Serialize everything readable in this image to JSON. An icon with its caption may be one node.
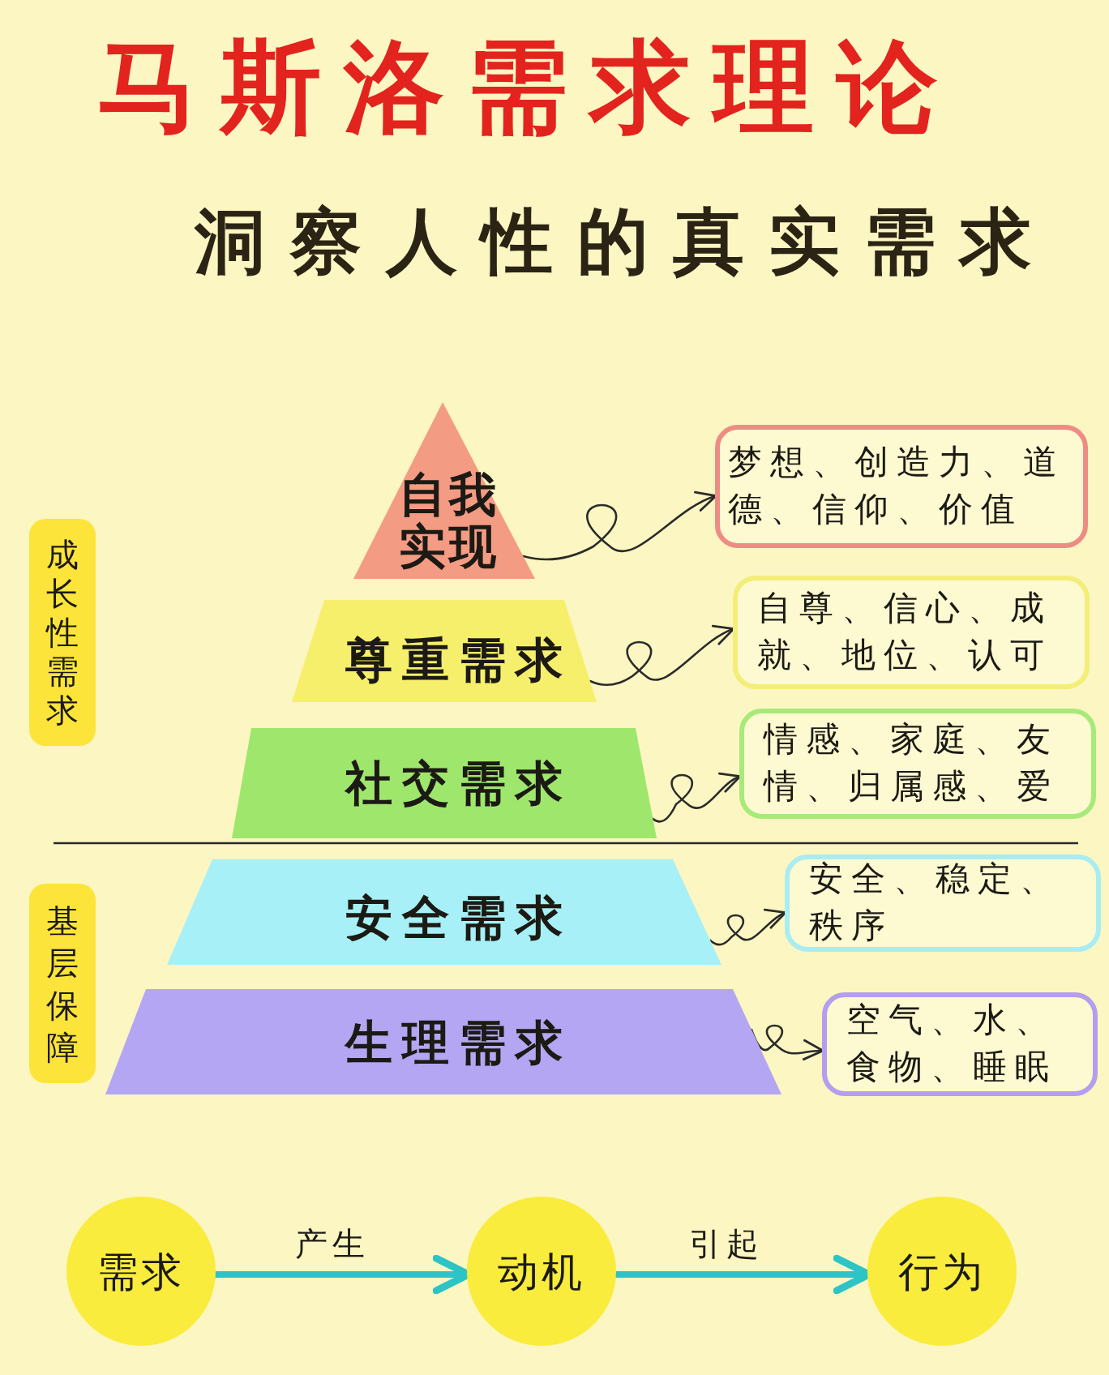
{
  "diagram": {
    "title": "马斯洛需求理论",
    "nodes": [
      {
        "text": [
          "自我实现"
        ]
      },
      {
        "text": [
          "梦想、创造力、道德、信仰、价值"
        ]
      },
      {
        "text": [
          "成长性需求"
        ]
      },
      {
        "text": [
          "尊重需求"
        ]
      },
      {
        "text": [
          "自尊、信心、成就、地位、认可"
        ]
      },
      {
        "text": [
          "社交需求"
        ]
      },
      {
        "text": [
          "情感、家庭、友情、归属感、爱"
        ]
      },
      {
        "text": [
          "基层保障"
        ]
      },
      {
        "text": [
          "安全需求"
        ]
      },
      {
        "text": [
          "安全、稳定、秩序"
        ]
      },
      {
        "text": [
          "生理需求"
        ]
      },
      {
        "text": [
          "空气、水、食物、睡眠"
        ]
      },
      {
        "text": [
          "需求"
        ]
      },
      {
        "text": [
          "动机"
        ]
      },
      {
        "text": [
          "行为"
        ]
      }
    ],
    "edges": [
      {
        "from": 0,
        "to": 1,
        "arrow": "to"
      },
      {
        "from": 3,
        "to": 4,
        "arrow": "to"
      },
      {
        "from": 5,
        "to": 6,
        "arrow": "to"
      },
      {
        "from": 8,
        "to": 9,
        "arrow": "to"
      },
      {
        "from": 10,
        "to": 11,
        "arrow": "to"
      },
      {
        "from": 12,
        "to": 13,
        "arrow": "to",
        "label": "产生",
        "style": "thick",
        "color": "#2ec4c6"
      },
      {
        "from": 13,
        "to": 14,
        "arrow": "to",
        "label": "引起",
        "style": "thick",
        "color": "#2ec4c6"
      }
    ],
    "labels": [
      "洞察人性的真实需求"
    ]
  }
}
